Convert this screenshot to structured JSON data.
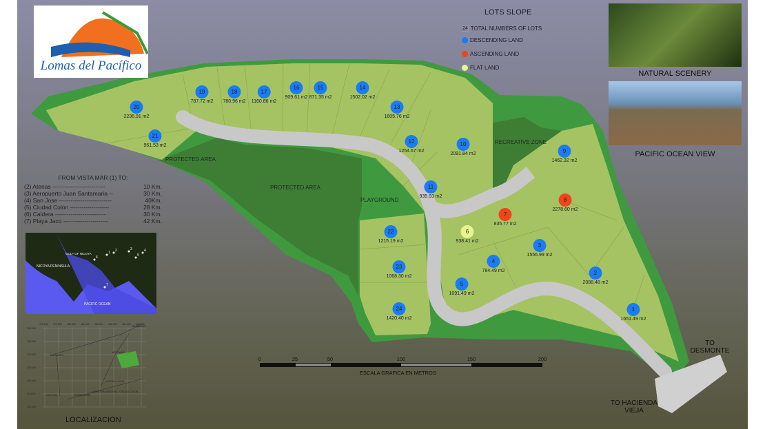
{
  "logo": {
    "text": "Lomas del Pacífico"
  },
  "legend": {
    "title": "LOTS SLOPE",
    "total_badge": "24",
    "total_label": "TOTAL NUMBERS OF LOTS",
    "items": [
      {
        "label": "DESCENDING LAND",
        "color": "#1a7cf0"
      },
      {
        "label": "ASCENDING LAND",
        "color": "#f0441a"
      },
      {
        "label": "FLAT LAND",
        "color": "#e6f590"
      }
    ]
  },
  "photos": [
    {
      "caption": "NATURAL SCENERY"
    },
    {
      "caption": "PACIFIC OCEAN VIEW"
    }
  ],
  "distances": {
    "title": "FROM VISTA MAR (1) TO:",
    "rows": [
      {
        "place": "(2) Atenas ---------------------------",
        "km": "10 Km."
      },
      {
        "place": "(3) Aeropuerto Juan Santamaria --",
        "km": "30 Km."
      },
      {
        "place": "(4) San Jose ---------------------------",
        "km": "40Km."
      },
      {
        "place": "(5) Ciudad Colon --------------------",
        "km": "28 Km."
      },
      {
        "place": "(6) Caldera --------------------------",
        "km": "30 Km."
      },
      {
        "place": "(7) Playa Jaco -----------------------",
        "km": "42 Km."
      }
    ]
  },
  "inset_map": {
    "labels": [
      "NICOYA PENINSULA",
      "GULF OF NICOYA",
      "PACIFIC OCEAN"
    ],
    "points": [
      "1",
      "2",
      "3",
      "4",
      "5",
      "6",
      "7"
    ]
  },
  "location_map": {
    "title": "LOCALIZACION",
    "x_ticks": [
      "478 000",
      "479 000",
      "480 000",
      "481 000",
      "482 000",
      "483 000",
      "484 000",
      "485 000"
    ],
    "y_ticks": [
      "216 000",
      "215 000",
      "214 000",
      "213 000",
      "212 000",
      "211 000",
      "210 000"
    ],
    "labels": [
      "DESMONTE",
      "VISTA MAR",
      "SAN MATEO",
      "HACIENDA VIEJA",
      "OROTINA",
      "FERROCARRIL",
      "CARRETERA OROTINA - CIUDAD COLON"
    ]
  },
  "lots": [
    {
      "n": "1",
      "area": "1651.49 m2",
      "slope": "descending"
    },
    {
      "n": "2",
      "area": "2088.48 m2",
      "slope": "descending"
    },
    {
      "n": "3",
      "area": "1556.99 m2",
      "slope": "descending"
    },
    {
      "n": "4",
      "area": "784.49 m2",
      "slope": "descending"
    },
    {
      "n": "5",
      "area": "1091.49 m2",
      "slope": "descending"
    },
    {
      "n": "6",
      "area": "938.41 m2",
      "slope": "flat"
    },
    {
      "n": "7",
      "area": "835.77 m2",
      "slope": "ascending"
    },
    {
      "n": "8",
      "area": "2278.60 m2",
      "slope": "ascending"
    },
    {
      "n": "9",
      "area": "1462.32 m2",
      "slope": "descending"
    },
    {
      "n": "10",
      "area": "2091.84 m2",
      "slope": "descending"
    },
    {
      "n": "11",
      "area": "935.93 m2",
      "slope": "descending"
    },
    {
      "n": "12",
      "area": "1254.67 m2",
      "slope": "descending"
    },
    {
      "n": "13",
      "area": "1605.76 m2",
      "slope": "descending"
    },
    {
      "n": "14",
      "area": "1502.02 m2",
      "slope": "descending"
    },
    {
      "n": "15",
      "area": "871.35 m2",
      "slope": "descending"
    },
    {
      "n": "16",
      "area": "909.61 m2",
      "slope": "descending"
    },
    {
      "n": "17",
      "area": "1160.86 m2",
      "slope": "descending"
    },
    {
      "n": "18",
      "area": "780.96 m2",
      "slope": "descending"
    },
    {
      "n": "19",
      "area": "787.72 m2",
      "slope": "descending"
    },
    {
      "n": "20",
      "area": "2236.91 m2",
      "slope": "descending"
    },
    {
      "n": "21",
      "area": "961.53 m2",
      "slope": "descending"
    },
    {
      "n": "22",
      "area": "1215.19 m2",
      "slope": "descending"
    },
    {
      "n": "23",
      "area": "1068.30 m2",
      "slope": "descending"
    },
    {
      "n": "24",
      "area": "1420.40 m2",
      "slope": "descending"
    }
  ],
  "zones": {
    "protected1": "PROTECTED AREA",
    "protected2": "PROTECTED AREA",
    "playground": "PLAYGROUND",
    "recreative": "RECREATIVE ZONE"
  },
  "scale": {
    "ticks": [
      "0",
      "25",
      "50",
      "100",
      "150",
      "200"
    ],
    "label": "ESCALA GRAFICA EN METROS"
  },
  "roads": {
    "desmonte": "TO DESMONTE",
    "hacienda": "TO HACIENDA VIEJA"
  }
}
